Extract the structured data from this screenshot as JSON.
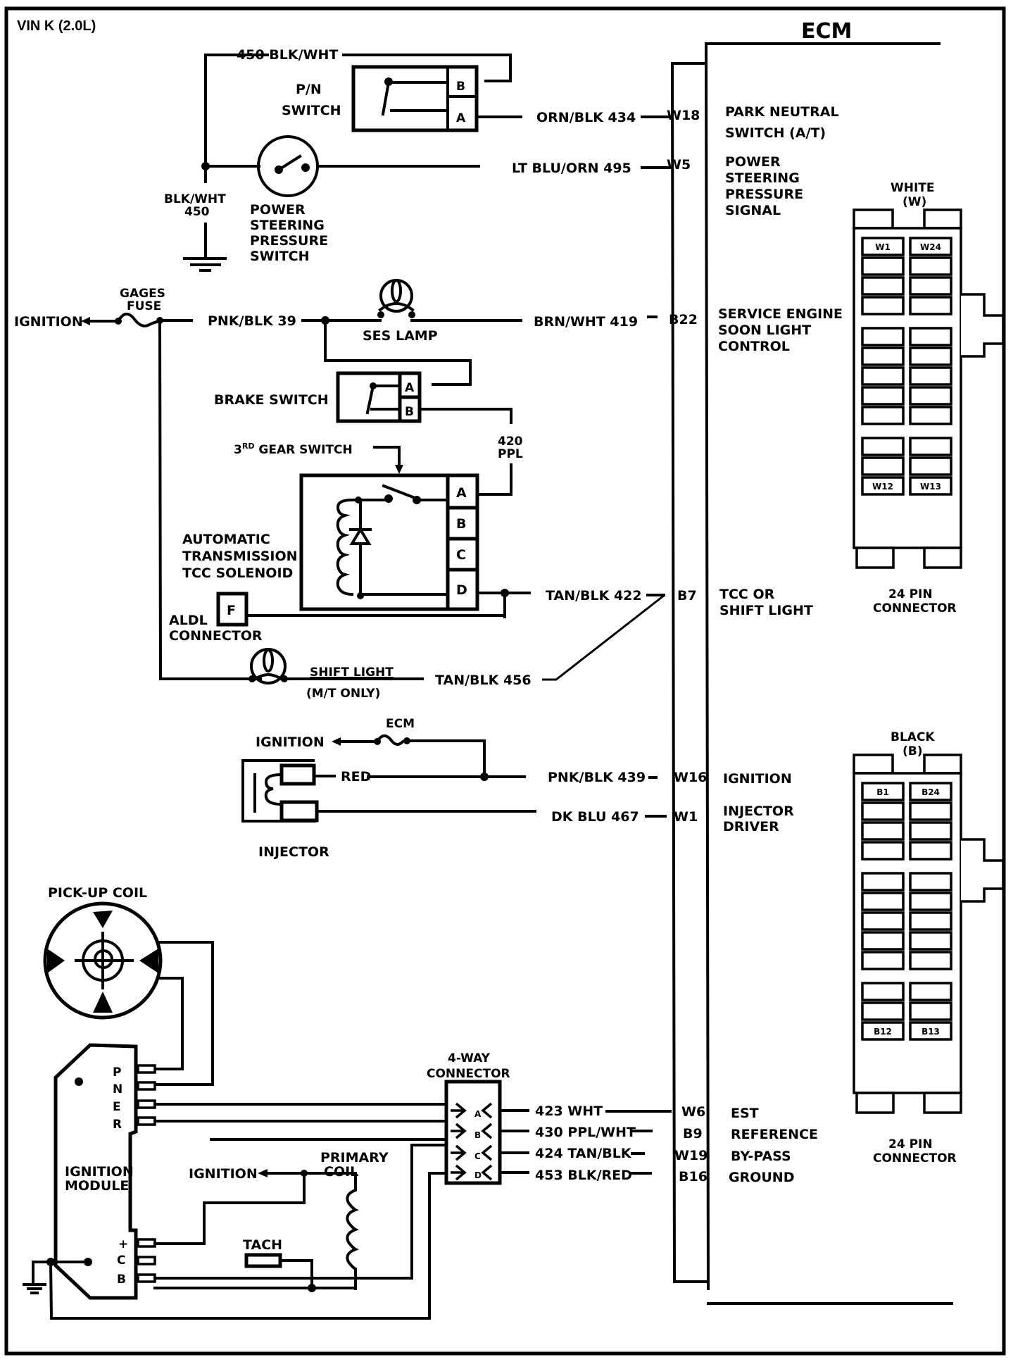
{
  "title": "VIN K (2.0L)",
  "ecm": {
    "title": "ECM",
    "pins": [
      {
        "pin": "W18",
        "wire": "ORN/BLK 434",
        "function": [
          "PARK NEUTRAL",
          "SWITCH (A/T)"
        ]
      },
      {
        "pin": "W5",
        "wire": "LT BLU/ORN 495",
        "function": [
          "POWER",
          "STEERING",
          "PRESSURE",
          "SIGNAL"
        ]
      },
      {
        "pin": "B22",
        "wire": "BRN/WHT 419",
        "function": [
          "SERVICE ENGINE",
          "SOON LIGHT",
          "CONTROL"
        ]
      },
      {
        "pin": "B7",
        "wire": "TAN/BLK 422",
        "function": [
          "TCC OR",
          "SHIFT LIGHT"
        ]
      },
      {
        "pin": "W16",
        "wire": "PNK/BLK 439",
        "function": [
          "IGNITION"
        ]
      },
      {
        "pin": "W1",
        "wire": "DK BLU 467",
        "function": [
          "INJECTOR",
          "DRIVER"
        ]
      },
      {
        "pin": "W6",
        "wire": "423 WHT",
        "function": [
          "EST"
        ]
      },
      {
        "pin": "B9",
        "wire": "430 PPL/WHT",
        "function": [
          "REFERENCE"
        ]
      },
      {
        "pin": "W19",
        "wire": "424 TAN/BLK",
        "function": [
          "BY-PASS"
        ]
      },
      {
        "pin": "B16",
        "wire": "453 BLK/RED",
        "function": [
          "GROUND"
        ]
      }
    ],
    "connectors": [
      {
        "name": "WHITE",
        "code": "(W)",
        "pin_top_left": "W1",
        "pin_top_right": "W24",
        "pin_bottom_left": "W12",
        "pin_bottom_right": "W13",
        "caption": [
          "24 PIN",
          "CONNECTOR"
        ]
      },
      {
        "name": "BLACK",
        "code": "(B)",
        "pin_top_left": "B1",
        "pin_top_right": "B24",
        "pin_bottom_left": "B12",
        "pin_bottom_right": "B13",
        "caption": [
          "24 PIN",
          "CONNECTOR"
        ]
      }
    ]
  },
  "components": {
    "pn_switch": {
      "label": [
        "P/N",
        "SWITCH"
      ],
      "terminals": [
        "B",
        "A"
      ]
    },
    "ps_switch": {
      "label": [
        "POWER",
        "STEERING",
        "PRESSURE",
        "SWITCH"
      ]
    },
    "ground_wire": [
      "BLK/WHT",
      "450"
    ],
    "top_wire": "450 BLK/WHT",
    "gages_fuse": [
      "GAGES",
      "FUSE"
    ],
    "ignition": "IGNITION",
    "pnk_blk_39": "PNK/BLK 39",
    "ses_lamp": "SES LAMP",
    "brake_switch": {
      "label": "BRAKE SWITCH",
      "terminals": [
        "A",
        "B"
      ]
    },
    "wire_420": [
      "420",
      "PPL"
    ],
    "third_gear": {
      "prefix": "3",
      "sup": "RD",
      "label": " GEAR SWITCH"
    },
    "tcc_solenoid": {
      "label": [
        "AUTOMATIC",
        "TRANSMISSION",
        "TCC SOLENOID"
      ],
      "terminals": [
        "A",
        "B",
        "C",
        "D"
      ]
    },
    "aldl": {
      "label": [
        "ALDL",
        "CONNECTOR"
      ],
      "terminal": "F"
    },
    "shift_light": {
      "label": [
        "SHIFT LIGHT",
        "(M/T ONLY)"
      ],
      "wire": "TAN/BLK 456"
    },
    "ecm_fuse": "ECM",
    "injector": {
      "label": "INJECTOR",
      "wire_red": "RED"
    },
    "pickup_coil": "PICK-UP COIL",
    "ignition_module": {
      "label": [
        "IGNITION",
        "MODULE"
      ],
      "terminals_top": [
        "P",
        "N",
        "E",
        "R"
      ],
      "terminals_bottom": [
        "+",
        "C",
        "B"
      ]
    },
    "primary_coil": [
      "PRIMARY",
      "COIL"
    ],
    "tach": "TACH",
    "four_way": {
      "label": [
        "4-WAY",
        "CONNECTOR"
      ],
      "terminals": [
        "A",
        "B",
        "C",
        "D"
      ]
    }
  }
}
